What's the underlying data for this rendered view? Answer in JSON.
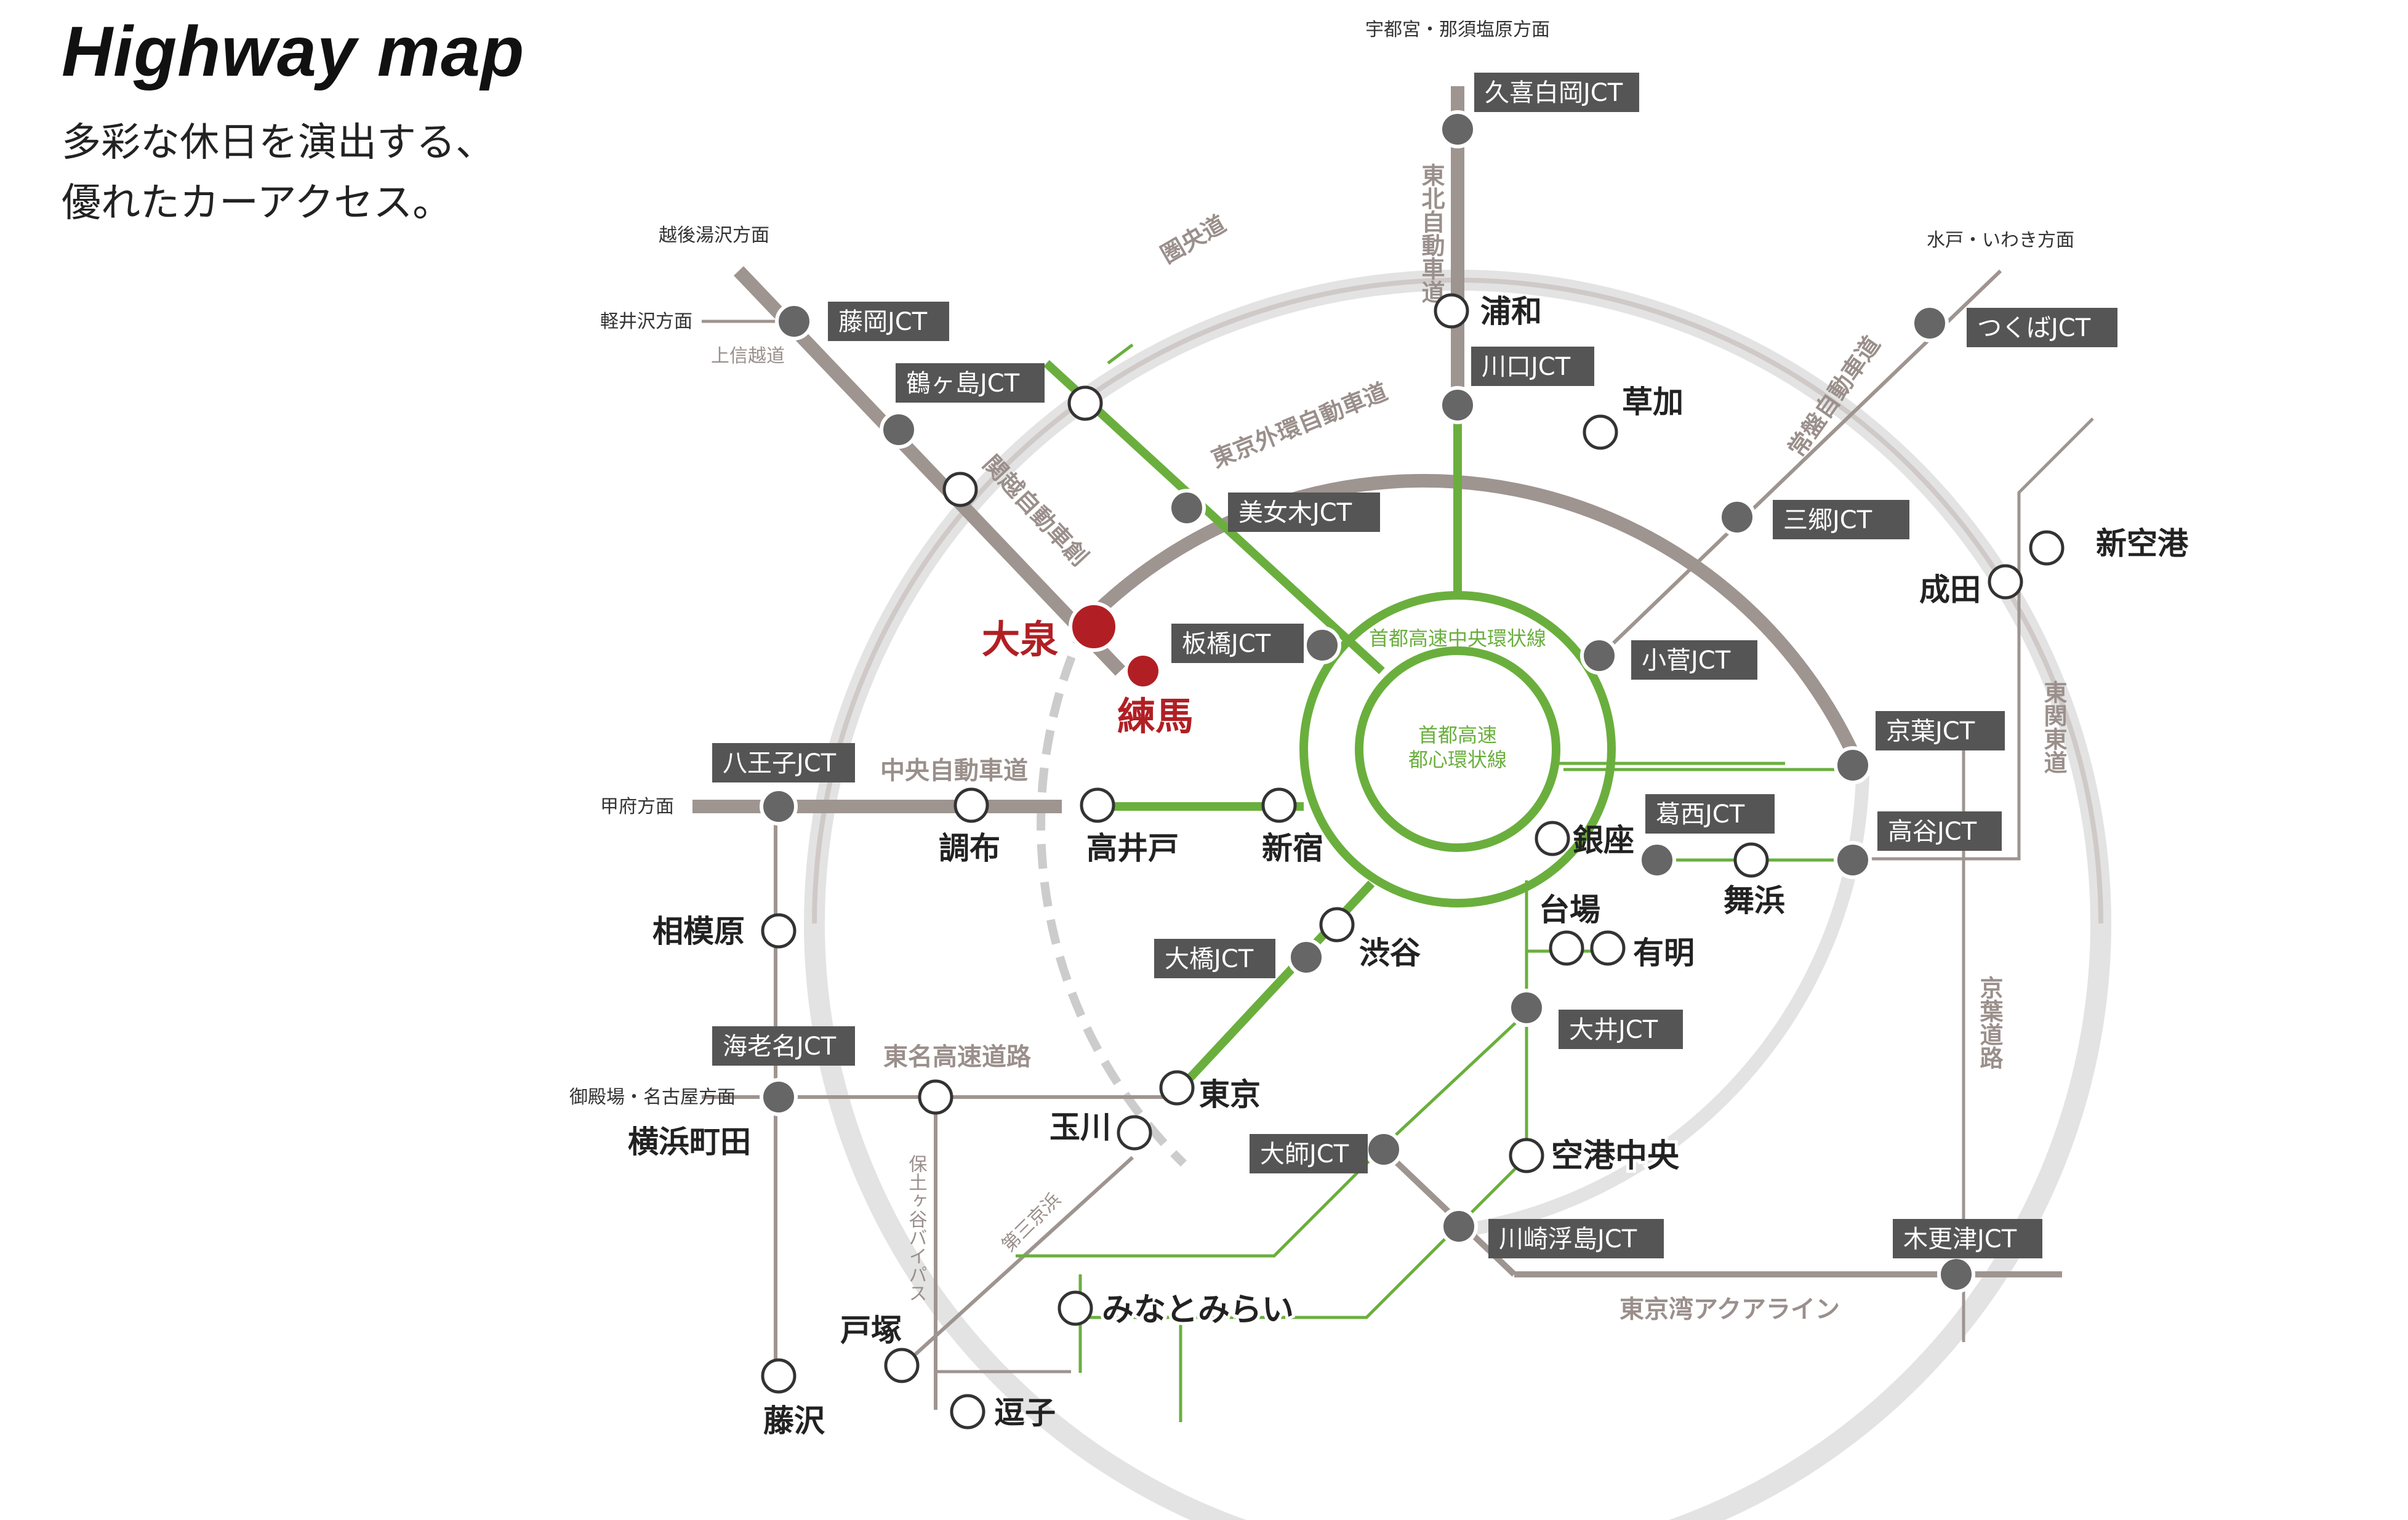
{
  "header": {
    "title": "Highway map",
    "subtitle_line1": "多彩な休日を演出する、",
    "subtitle_line2": "優れたカーアクセス。"
  },
  "colors": {
    "expressway": "#9e9490",
    "outer_ring": "#e3e3e3",
    "metro_line": "#6aaf3d",
    "highlight": "#b11f24",
    "jct_box": "#555555",
    "node": "#666666"
  },
  "directions": {
    "utsunomiya": "宇都宮・那須塩原方面",
    "echigo": "越後湯沢方面",
    "karuizawa": "軽井沢方面",
    "mito": "水戸・いわき方面",
    "kofu": "甲府方面",
    "gotemba": "御殿場・名古屋方面"
  },
  "roads": {
    "kenodo": "圏央道",
    "tohoku": "東北自動車道",
    "joshinetsu": "上信越道",
    "kanetsu": "関越自動車創",
    "gaikan": "東京外環自動車道",
    "joban": "常盤自動車道",
    "chuo": "中央自動車道",
    "higashikanto": "東関東道",
    "tomei": "東名高速道路",
    "hodogaya": "保土ヶ谷バイパス",
    "daisankeihin": "第三京浜",
    "keiyo": "京葉道路",
    "aqualine": "東京湾アクアライン",
    "central_circular": "首都高速中央環状線",
    "inner_circular_1": "首都高速",
    "inner_circular_2": "都心環状線"
  },
  "junctions": {
    "kuki": "久喜白岡JCT",
    "fujioka": "藤岡JCT",
    "tsurugashima": "鶴ヶ島JCT",
    "kawaguchi": "川口JCT",
    "tsukuba": "つくばJCT",
    "bijogi": "美女木JCT",
    "misato": "三郷JCT",
    "itabashi": "板橋JCT",
    "kosuge": "小菅JCT",
    "keiyo": "京葉JCT",
    "hachioji": "八王子JCT",
    "kasai": "葛西JCT",
    "koya": "高谷JCT",
    "ohashi": "大橋JCT",
    "oi": "大井JCT",
    "ebina": "海老名JCT",
    "daishi": "大師JCT",
    "kawasaki": "川崎浮島JCT",
    "kisarazu": "木更津JCT"
  },
  "places": {
    "urawa": "浦和",
    "soka": "草加",
    "oizumi": "大泉",
    "nerima": "練馬",
    "shinkuko": "新空港",
    "narita": "成田",
    "chofu": "調布",
    "takaido": "高井戸",
    "shinjuku": "新宿",
    "ginza": "銀座",
    "maihama": "舞浜",
    "sagamihara": "相模原",
    "daiba": "台場",
    "ariake": "有明",
    "shibuya": "渋谷",
    "tokyo": "東京",
    "yokohamamachida": "横浜町田",
    "tamagawa": "玉川",
    "kukochuo": "空港中央",
    "minatomirai": "みなとみらい",
    "totsuka": "戸塚",
    "zushi": "逗子",
    "fujisawa": "藤沢"
  }
}
